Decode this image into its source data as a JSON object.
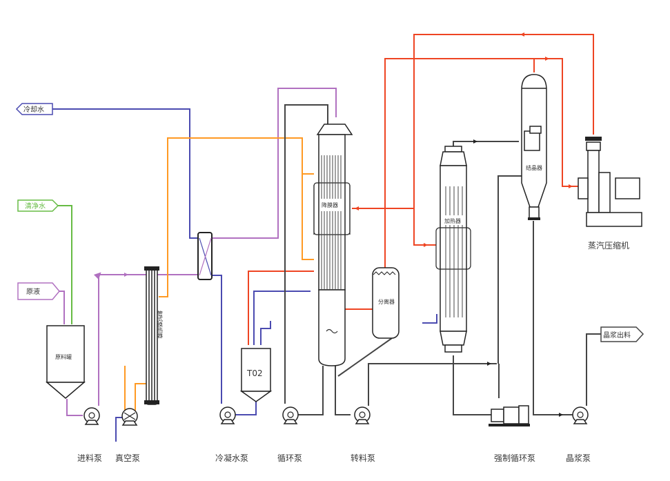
{
  "diagram": {
    "type": "process-flow-diagram",
    "colors": {
      "cooling_water": "#4a4ab0",
      "clean_water": "#66bb44",
      "feed_liquid": "#b070c0",
      "steam": "#ee4422",
      "vacuum_condensate": "#ff9922",
      "process": "#444444"
    },
    "streams": {
      "cooling_water": "冷却水",
      "clean_water": "清净水",
      "raw_liquid": "原液",
      "slurry_out": "晶浆出料"
    },
    "equipment": {
      "feed_tank": "原料罐",
      "tube_heat_exchanger": "管式换热器",
      "t02": "T02",
      "falling_film_evaporator": "降膜器",
      "separator": "分离器",
      "forced_circ_heater": "加热器",
      "crystallizer": "结晶器",
      "vapor_compressor": "蒸汽压缩机"
    },
    "pumps": {
      "feed_pump": "进料泵",
      "vacuum_pump": "真空泵",
      "condensate_pump": "冷凝水泵",
      "circulation_pump": "循环泵",
      "transfer_pump": "转料泵",
      "forced_circ_pump": "强制循环泵",
      "slurry_pump": "晶浆泵"
    }
  }
}
